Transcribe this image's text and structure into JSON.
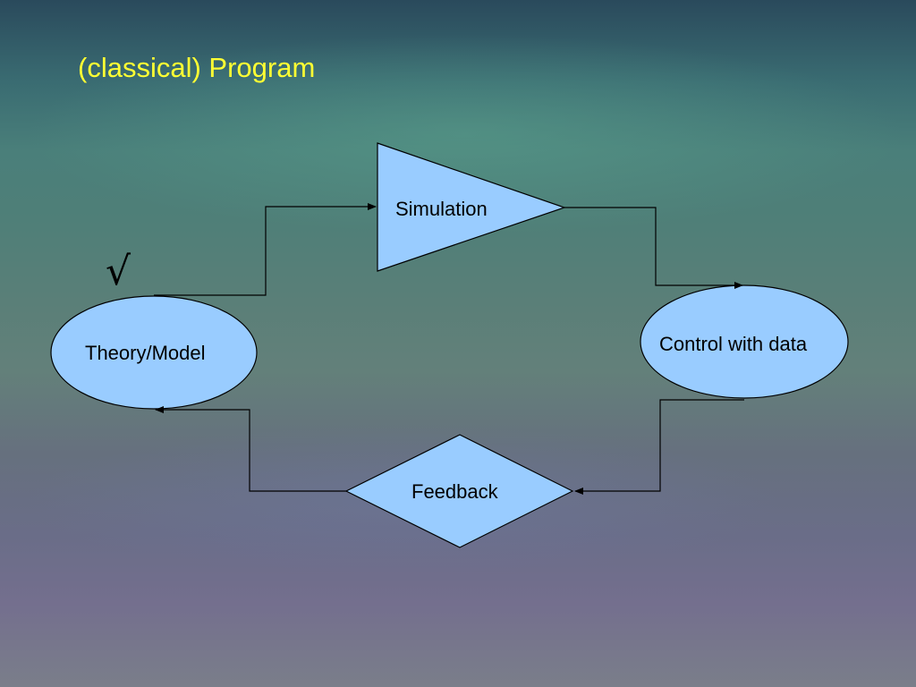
{
  "slide": {
    "title": "(classical) Program",
    "check_mark": "√"
  },
  "nodes": {
    "theory": "Theory/Model",
    "simulation": "Simulation",
    "control": "Control with data",
    "feedback": "Feedback"
  },
  "colors": {
    "title": "#ffff33",
    "node_fill": "#99ccff",
    "stroke": "#000000"
  }
}
